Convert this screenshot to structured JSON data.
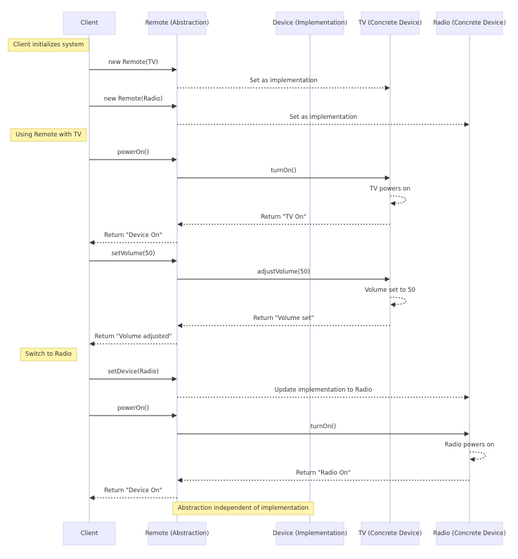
{
  "participants": [
    {
      "id": "client",
      "label": "Client"
    },
    {
      "id": "remote",
      "label": "Remote (Abstraction)"
    },
    {
      "id": "device",
      "label": "Device (Implementation)"
    },
    {
      "id": "tv",
      "label": "TV (Concrete Device)"
    },
    {
      "id": "radio",
      "label": "Radio (Concrete Device)"
    }
  ],
  "steps": [
    {
      "kind": "note",
      "over": "client",
      "text": "Client initializes system"
    },
    {
      "kind": "msg",
      "from": "client",
      "to": "remote",
      "text": "new Remote(TV)",
      "style": "solid"
    },
    {
      "kind": "msg",
      "from": "remote",
      "to": "tv",
      "text": "Set as implementation",
      "style": "dotted"
    },
    {
      "kind": "msg",
      "from": "client",
      "to": "remote",
      "text": "new Remote(Radio)",
      "style": "solid"
    },
    {
      "kind": "msg",
      "from": "remote",
      "to": "radio",
      "text": "Set as implementation",
      "style": "dotted"
    },
    {
      "kind": "note",
      "over": "client",
      "text": "Using Remote with TV"
    },
    {
      "kind": "msg",
      "from": "client",
      "to": "remote",
      "text": "powerOn()",
      "style": "solid"
    },
    {
      "kind": "msg",
      "from": "remote",
      "to": "tv",
      "text": "turnOn()",
      "style": "solid"
    },
    {
      "kind": "self",
      "on": "tv",
      "text": "TV powers on",
      "style": "dotted"
    },
    {
      "kind": "msg",
      "from": "tv",
      "to": "remote",
      "text": "Return \"TV On\"",
      "style": "dotted"
    },
    {
      "kind": "msg",
      "from": "remote",
      "to": "client",
      "text": "Return \"Device On\"",
      "style": "dotted"
    },
    {
      "kind": "msg",
      "from": "client",
      "to": "remote",
      "text": "setVolume(50)",
      "style": "solid"
    },
    {
      "kind": "msg",
      "from": "remote",
      "to": "tv",
      "text": "adjustVolume(50)",
      "style": "solid"
    },
    {
      "kind": "self",
      "on": "tv",
      "text": "Volume set to 50",
      "style": "dotted"
    },
    {
      "kind": "msg",
      "from": "tv",
      "to": "remote",
      "text": "Return \"Volume set\"",
      "style": "dotted"
    },
    {
      "kind": "msg",
      "from": "remote",
      "to": "client",
      "text": "Return \"Volume adjusted\"",
      "style": "dotted"
    },
    {
      "kind": "note",
      "over": "client",
      "text": "Switch to Radio"
    },
    {
      "kind": "msg",
      "from": "client",
      "to": "remote",
      "text": "setDevice(Radio)",
      "style": "solid"
    },
    {
      "kind": "msg",
      "from": "remote",
      "to": "radio",
      "text": "Update implementation to Radio",
      "style": "dotted"
    },
    {
      "kind": "msg",
      "from": "client",
      "to": "remote",
      "text": "powerOn()",
      "style": "solid"
    },
    {
      "kind": "msg",
      "from": "remote",
      "to": "radio",
      "text": "turnOn()",
      "style": "solid"
    },
    {
      "kind": "self",
      "on": "radio",
      "text": "Radio powers on",
      "style": "dotted"
    },
    {
      "kind": "msg",
      "from": "radio",
      "to": "remote",
      "text": "Return \"Radio On\"",
      "style": "dotted"
    },
    {
      "kind": "msg",
      "from": "remote",
      "to": "client",
      "text": "Return \"Device On\"",
      "style": "dotted"
    },
    {
      "kind": "note",
      "over": "remote",
      "text": "Abstraction independent of implementation"
    }
  ]
}
